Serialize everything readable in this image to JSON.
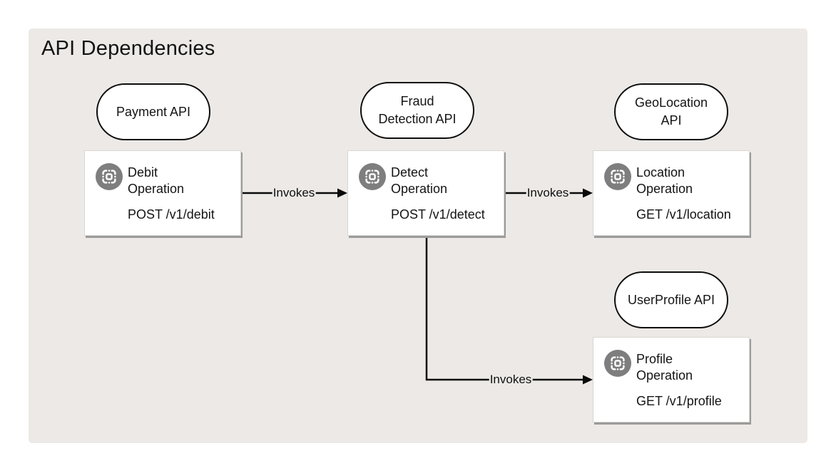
{
  "title": "API Dependencies",
  "colors": {
    "canvas_bg": "#ECE9E6",
    "node_fill": "#FFFFFF",
    "node_border": "#0D0D0D",
    "box_border": "#D9D6D3",
    "box_shadow": "#9B9B9B",
    "icon_circle": "#7E7E7E",
    "edge": "#0A0A0A"
  },
  "apis": [
    {
      "id": "payment",
      "label": "Payment API"
    },
    {
      "id": "fraud",
      "label": "Fraud Detection API"
    },
    {
      "id": "geolocation",
      "label": "GeoLocation API"
    },
    {
      "id": "userprofile",
      "label": "UserProfile API"
    }
  ],
  "operations": [
    {
      "id": "debit",
      "api": "payment",
      "name": "Debit Operation",
      "method_path": "POST /v1/debit"
    },
    {
      "id": "detect",
      "api": "fraud",
      "name": "Detect Operation",
      "method_path": "POST /v1/detect"
    },
    {
      "id": "location",
      "api": "geolocation",
      "name": "Location Operation",
      "method_path": "GET /v1/location"
    },
    {
      "id": "profile",
      "api": "userprofile",
      "name": "Profile Operation",
      "method_path": "GET /v1/profile"
    }
  ],
  "edges": [
    {
      "from": "debit",
      "to": "detect",
      "label": "Invokes"
    },
    {
      "from": "detect",
      "to": "location",
      "label": "Invokes"
    },
    {
      "from": "detect",
      "to": "profile",
      "label": "Invokes"
    }
  ]
}
